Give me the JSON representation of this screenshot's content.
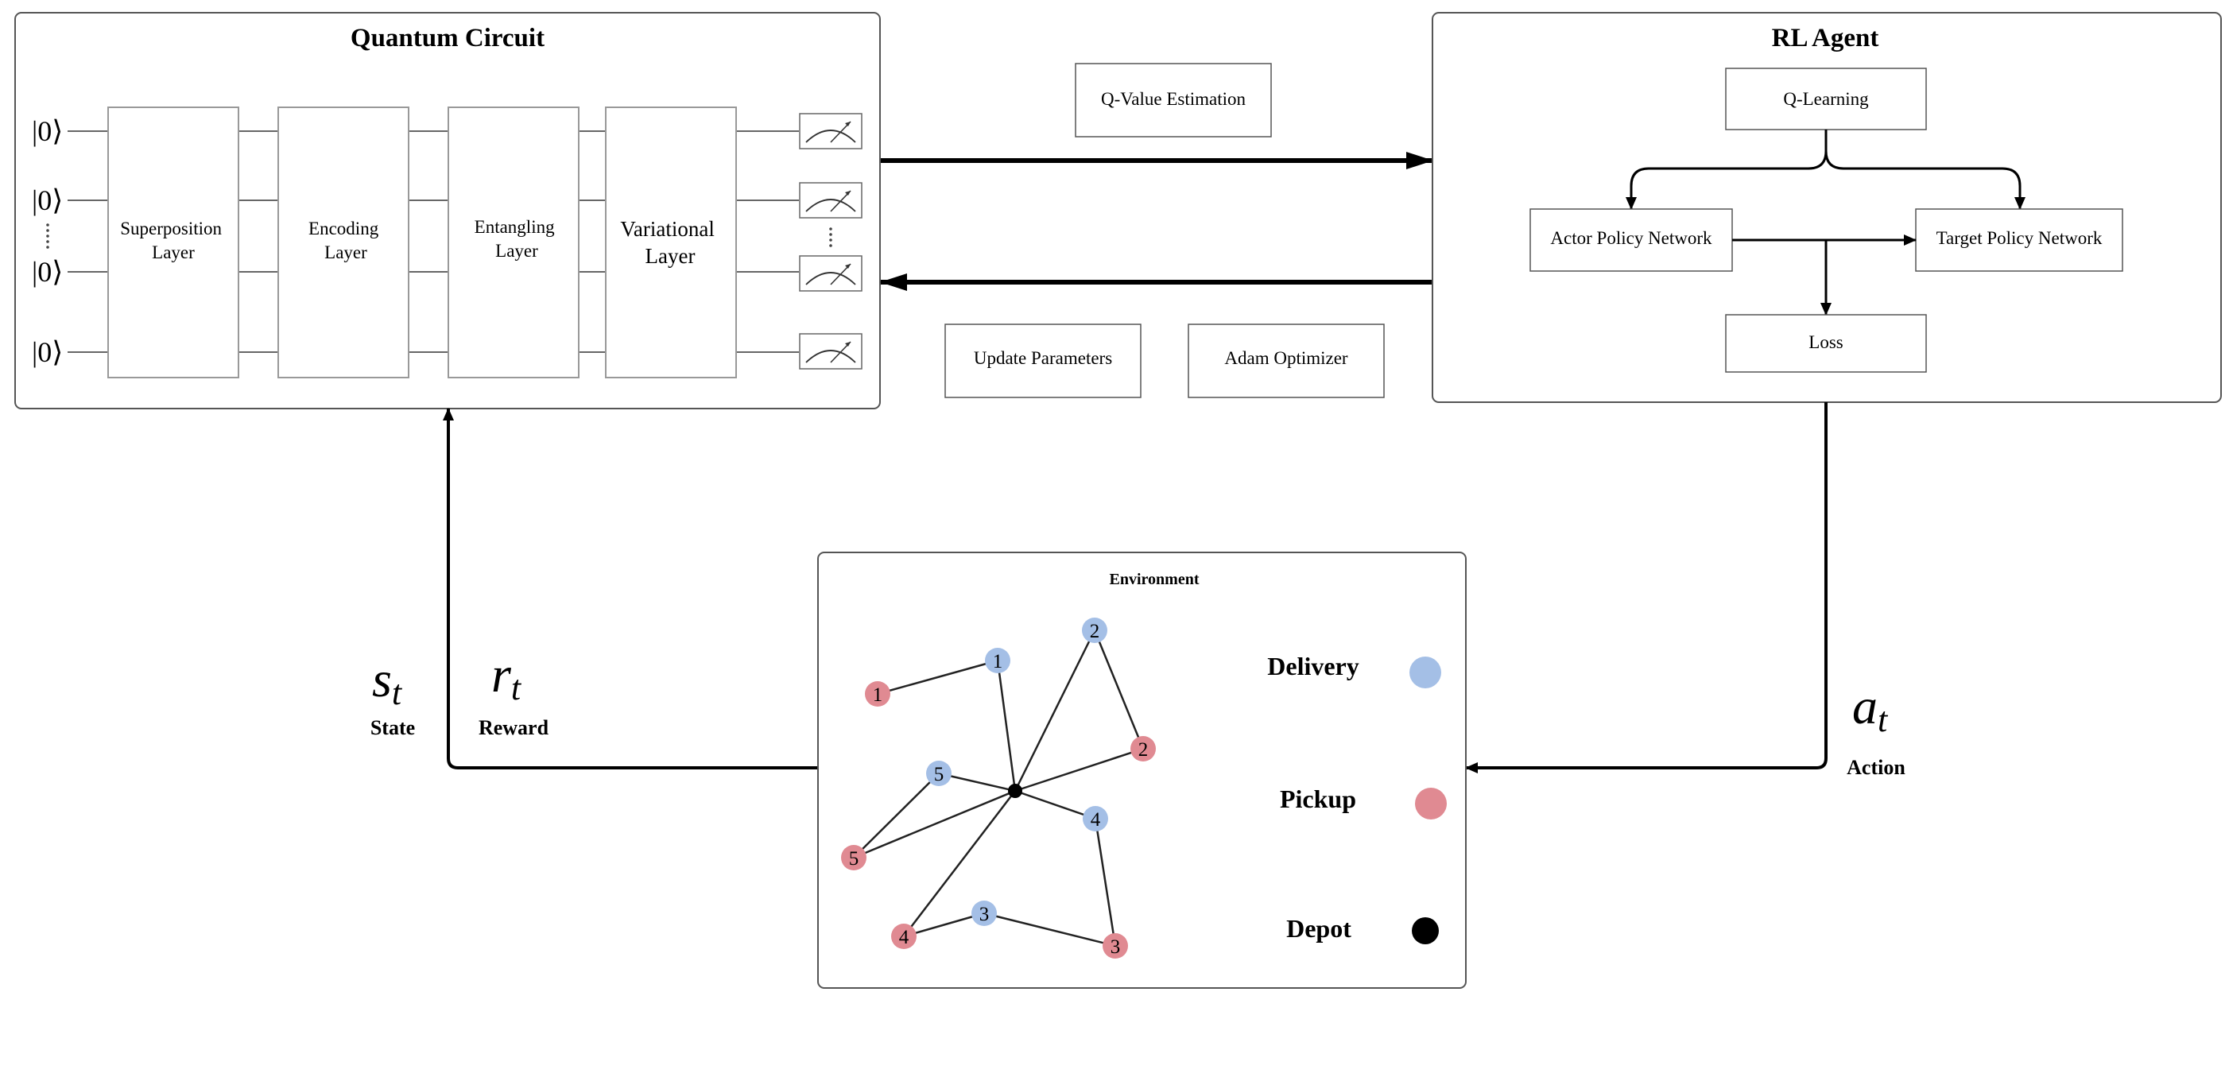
{
  "quantum_circuit": {
    "title": "Quantum Circuit",
    "qubits": [
      "|0⟩",
      "|0⟩",
      "|0⟩",
      "|0⟩"
    ],
    "layers": [
      {
        "lines": [
          "Superposition",
          "Layer"
        ]
      },
      {
        "lines": [
          "Encoding",
          "Layer"
        ]
      },
      {
        "lines": [
          "Entangling",
          "Layer"
        ]
      },
      {
        "lines": [
          "Variational",
          "Layer"
        ]
      }
    ]
  },
  "rl_agent": {
    "title": "RL Agent",
    "q_learning": "Q-Learning",
    "actor": "Actor Policy Network",
    "target": "Target Policy Network",
    "loss": "Loss"
  },
  "flow": {
    "q_value": "Q-Value Estimation",
    "update_params": "Update Parameters",
    "optimizer": "Adam Optimizer"
  },
  "signals": {
    "state_symbol": "s",
    "state_sub": "t",
    "state_label": "State",
    "reward_symbol": "r",
    "reward_sub": "t",
    "reward_label": "Reward",
    "action_symbol": "a",
    "action_sub": "t",
    "action_label": "Action"
  },
  "environment": {
    "title": "Environment",
    "legend": [
      {
        "label": "Delivery",
        "color": "#a4bfe6"
      },
      {
        "label": "Pickup",
        "color": "#e08a92"
      },
      {
        "label": "Depot",
        "color": "#000000"
      }
    ],
    "nodes": [
      {
        "id": "d1",
        "label": "1",
        "type": "delivery"
      },
      {
        "id": "d2",
        "label": "2",
        "type": "delivery"
      },
      {
        "id": "d3",
        "label": "3",
        "type": "delivery"
      },
      {
        "id": "d4",
        "label": "4",
        "type": "delivery"
      },
      {
        "id": "d5",
        "label": "5",
        "type": "delivery"
      },
      {
        "id": "p1",
        "label": "1",
        "type": "pickup"
      },
      {
        "id": "p2",
        "label": "2",
        "type": "pickup"
      },
      {
        "id": "p3",
        "label": "3",
        "type": "pickup"
      },
      {
        "id": "p4",
        "label": "4",
        "type": "pickup"
      },
      {
        "id": "p5",
        "label": "5",
        "type": "pickup"
      },
      {
        "id": "depot",
        "label": "",
        "type": "depot"
      }
    ],
    "edges": [
      [
        "p1",
        "d1"
      ],
      [
        "d1",
        "depot"
      ],
      [
        "d2",
        "depot"
      ],
      [
        "d2",
        "p2"
      ],
      [
        "p2",
        "depot"
      ],
      [
        "d5",
        "depot"
      ],
      [
        "p5",
        "d5"
      ],
      [
        "p5",
        "depot"
      ],
      [
        "depot",
        "d4"
      ],
      [
        "d4",
        "p3"
      ],
      [
        "depot",
        "p4"
      ],
      [
        "p4",
        "d3"
      ],
      [
        "d3",
        "p3"
      ]
    ]
  },
  "colors": {
    "delivery": "#a4bfe6",
    "pickup": "#e08a92",
    "depot": "#000000"
  }
}
